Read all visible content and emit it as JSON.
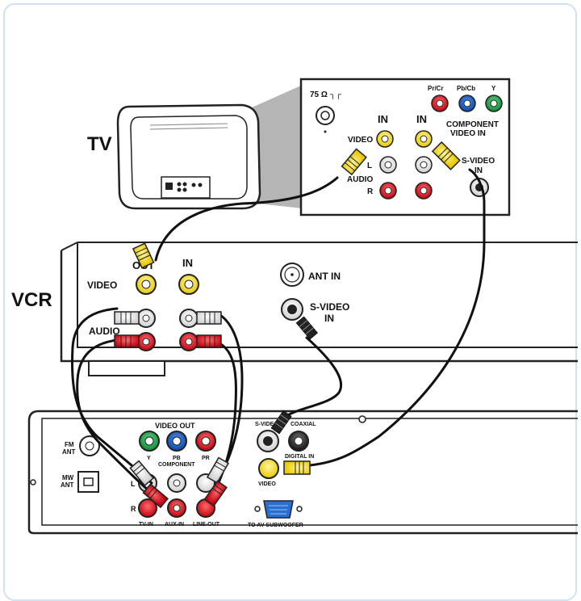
{
  "devices": {
    "tv": "TV",
    "vcr": "VCR"
  },
  "tv_panel": {
    "ohm": "75 Ω ┐┌",
    "in_left": "IN",
    "in_right": "IN",
    "video": "VIDEO",
    "l": "L",
    "audio": "AUDIO",
    "r": "R",
    "pr": "Pr/Cr",
    "pb": "Pb/Cb",
    "y": "Y",
    "component1": "COMPONENT",
    "component2": "VIDEO IN",
    "svideo1": "S-VIDEO",
    "svideo2": "IN"
  },
  "vcr_panel": {
    "out": "OUT",
    "in": "IN",
    "video": "VIDEO",
    "audio": "AUDIO",
    "ant_in": "ANT IN",
    "svideo1": "S-VIDEO",
    "svideo2": "IN"
  },
  "recorder_panel": {
    "fm1": "FM",
    "fm2": "ANT",
    "mw1": "MW",
    "mw2": "ANT",
    "video_out": "VIDEO OUT",
    "y": "Y",
    "pb": "PB",
    "pr": "PR",
    "component": "COMPONENT",
    "l": "L",
    "r": "R",
    "tv_in": "TV-IN",
    "aux_in": "AUX-IN",
    "line_out": "LINE-OUT",
    "svideo": "S-VIDEO",
    "coaxial": "COAXIAL",
    "digital_in": "DIGITAL IN",
    "video": "VIDEO",
    "subwoofer": "TO AV SUBWOOFER"
  }
}
